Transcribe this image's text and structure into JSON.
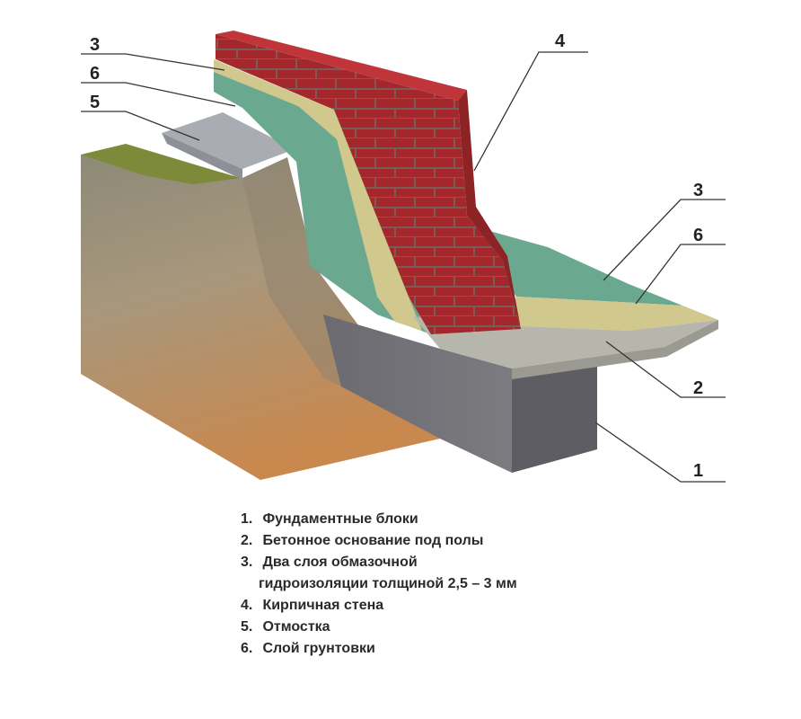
{
  "callouts": {
    "left_top": "3",
    "left_mid": "6",
    "left_low": "5",
    "top_right": "4",
    "right_3": "3",
    "right_6": "6",
    "right_2": "2",
    "right_1": "1"
  },
  "legend": [
    {
      "num": "1.",
      "text": "Фундаментные блоки"
    },
    {
      "num": "2.",
      "text": "Бетонное основание под полы"
    },
    {
      "num": "3.",
      "text": "Два слоя обмазочной",
      "continuation": "гидроизоляции толщиной  2,5 – 3 мм"
    },
    {
      "num": "4.",
      "text": "Кирпичная стена"
    },
    {
      "num": "5.",
      "text": "Отмостка"
    },
    {
      "num": "6.",
      "text": "Слой грунтовки"
    }
  ],
  "colors": {
    "brick": "#a4282b",
    "brick_top": "#c0353a",
    "mortar": "#8a6a62",
    "waterproofing": "#6aa890",
    "primer": "#d0c88c",
    "concrete_slab": "#b6b6ad",
    "foundation_block": "#6e6e73",
    "soil_top": "#8a8670",
    "soil_bottom": "#c88a54",
    "grass": "#7d8a3a",
    "blind_area": "#a9adb3",
    "leader_line": "#333333"
  }
}
